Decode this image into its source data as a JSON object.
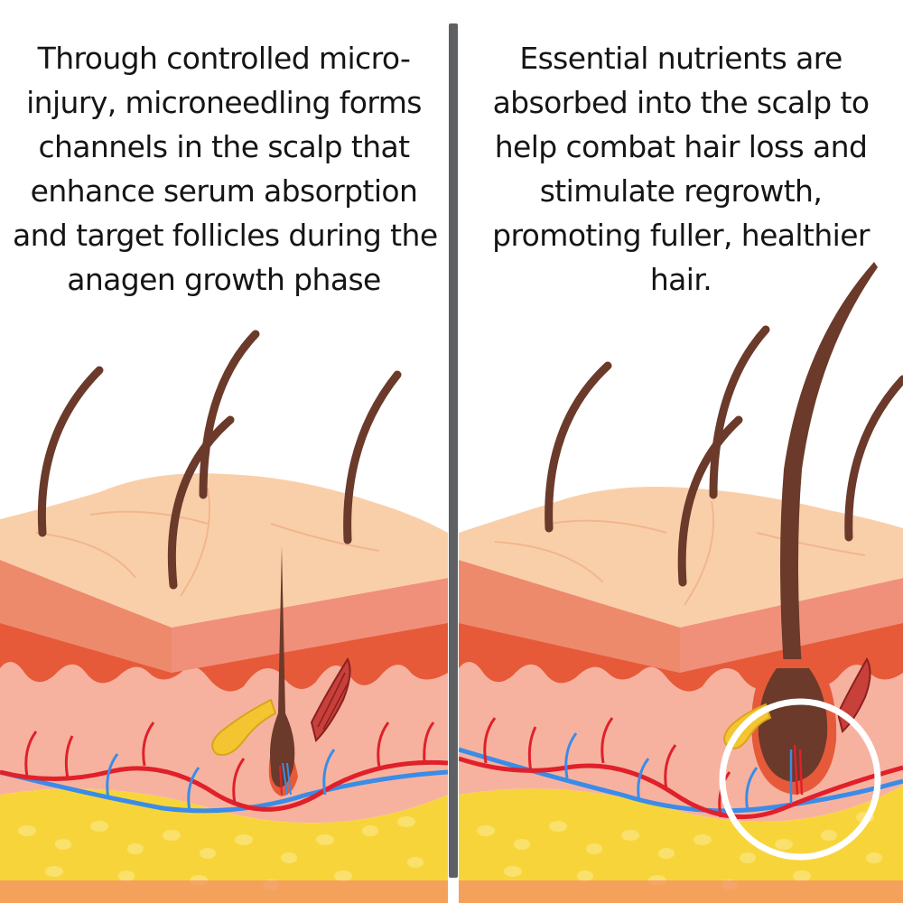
{
  "left_panel": {
    "caption_lines": [
      "Through controlled micro-",
      "injury, microneedling forms",
      "channels in the scalp that",
      "enhance serum absorption",
      "and target follicles during the",
      "anagen growth phase"
    ]
  },
  "right_panel": {
    "caption_lines": [
      "Essential nutrients are",
      "absorbed into the scalp to",
      "help combat hair loss and",
      "stimulate regrowth,",
      "promoting fuller, healthier",
      "hair."
    ]
  },
  "colors": {
    "skin_top": "#f9cfaa",
    "epidermis": "#f0907a",
    "dermis": "#f7b29f",
    "papillae": "#e65a3a",
    "fat": "#f7d53a",
    "hair": "#6b3a2a",
    "artery": "#e0202a",
    "vein": "#3a8ce8",
    "sebaceous_gland": "#f4c531",
    "divider": "#5f6063",
    "highlight_circle": "#ffffff"
  },
  "icons": {
    "left": "skin-cross-section-icon",
    "right": "skin-cross-section-highlight-icon"
  }
}
